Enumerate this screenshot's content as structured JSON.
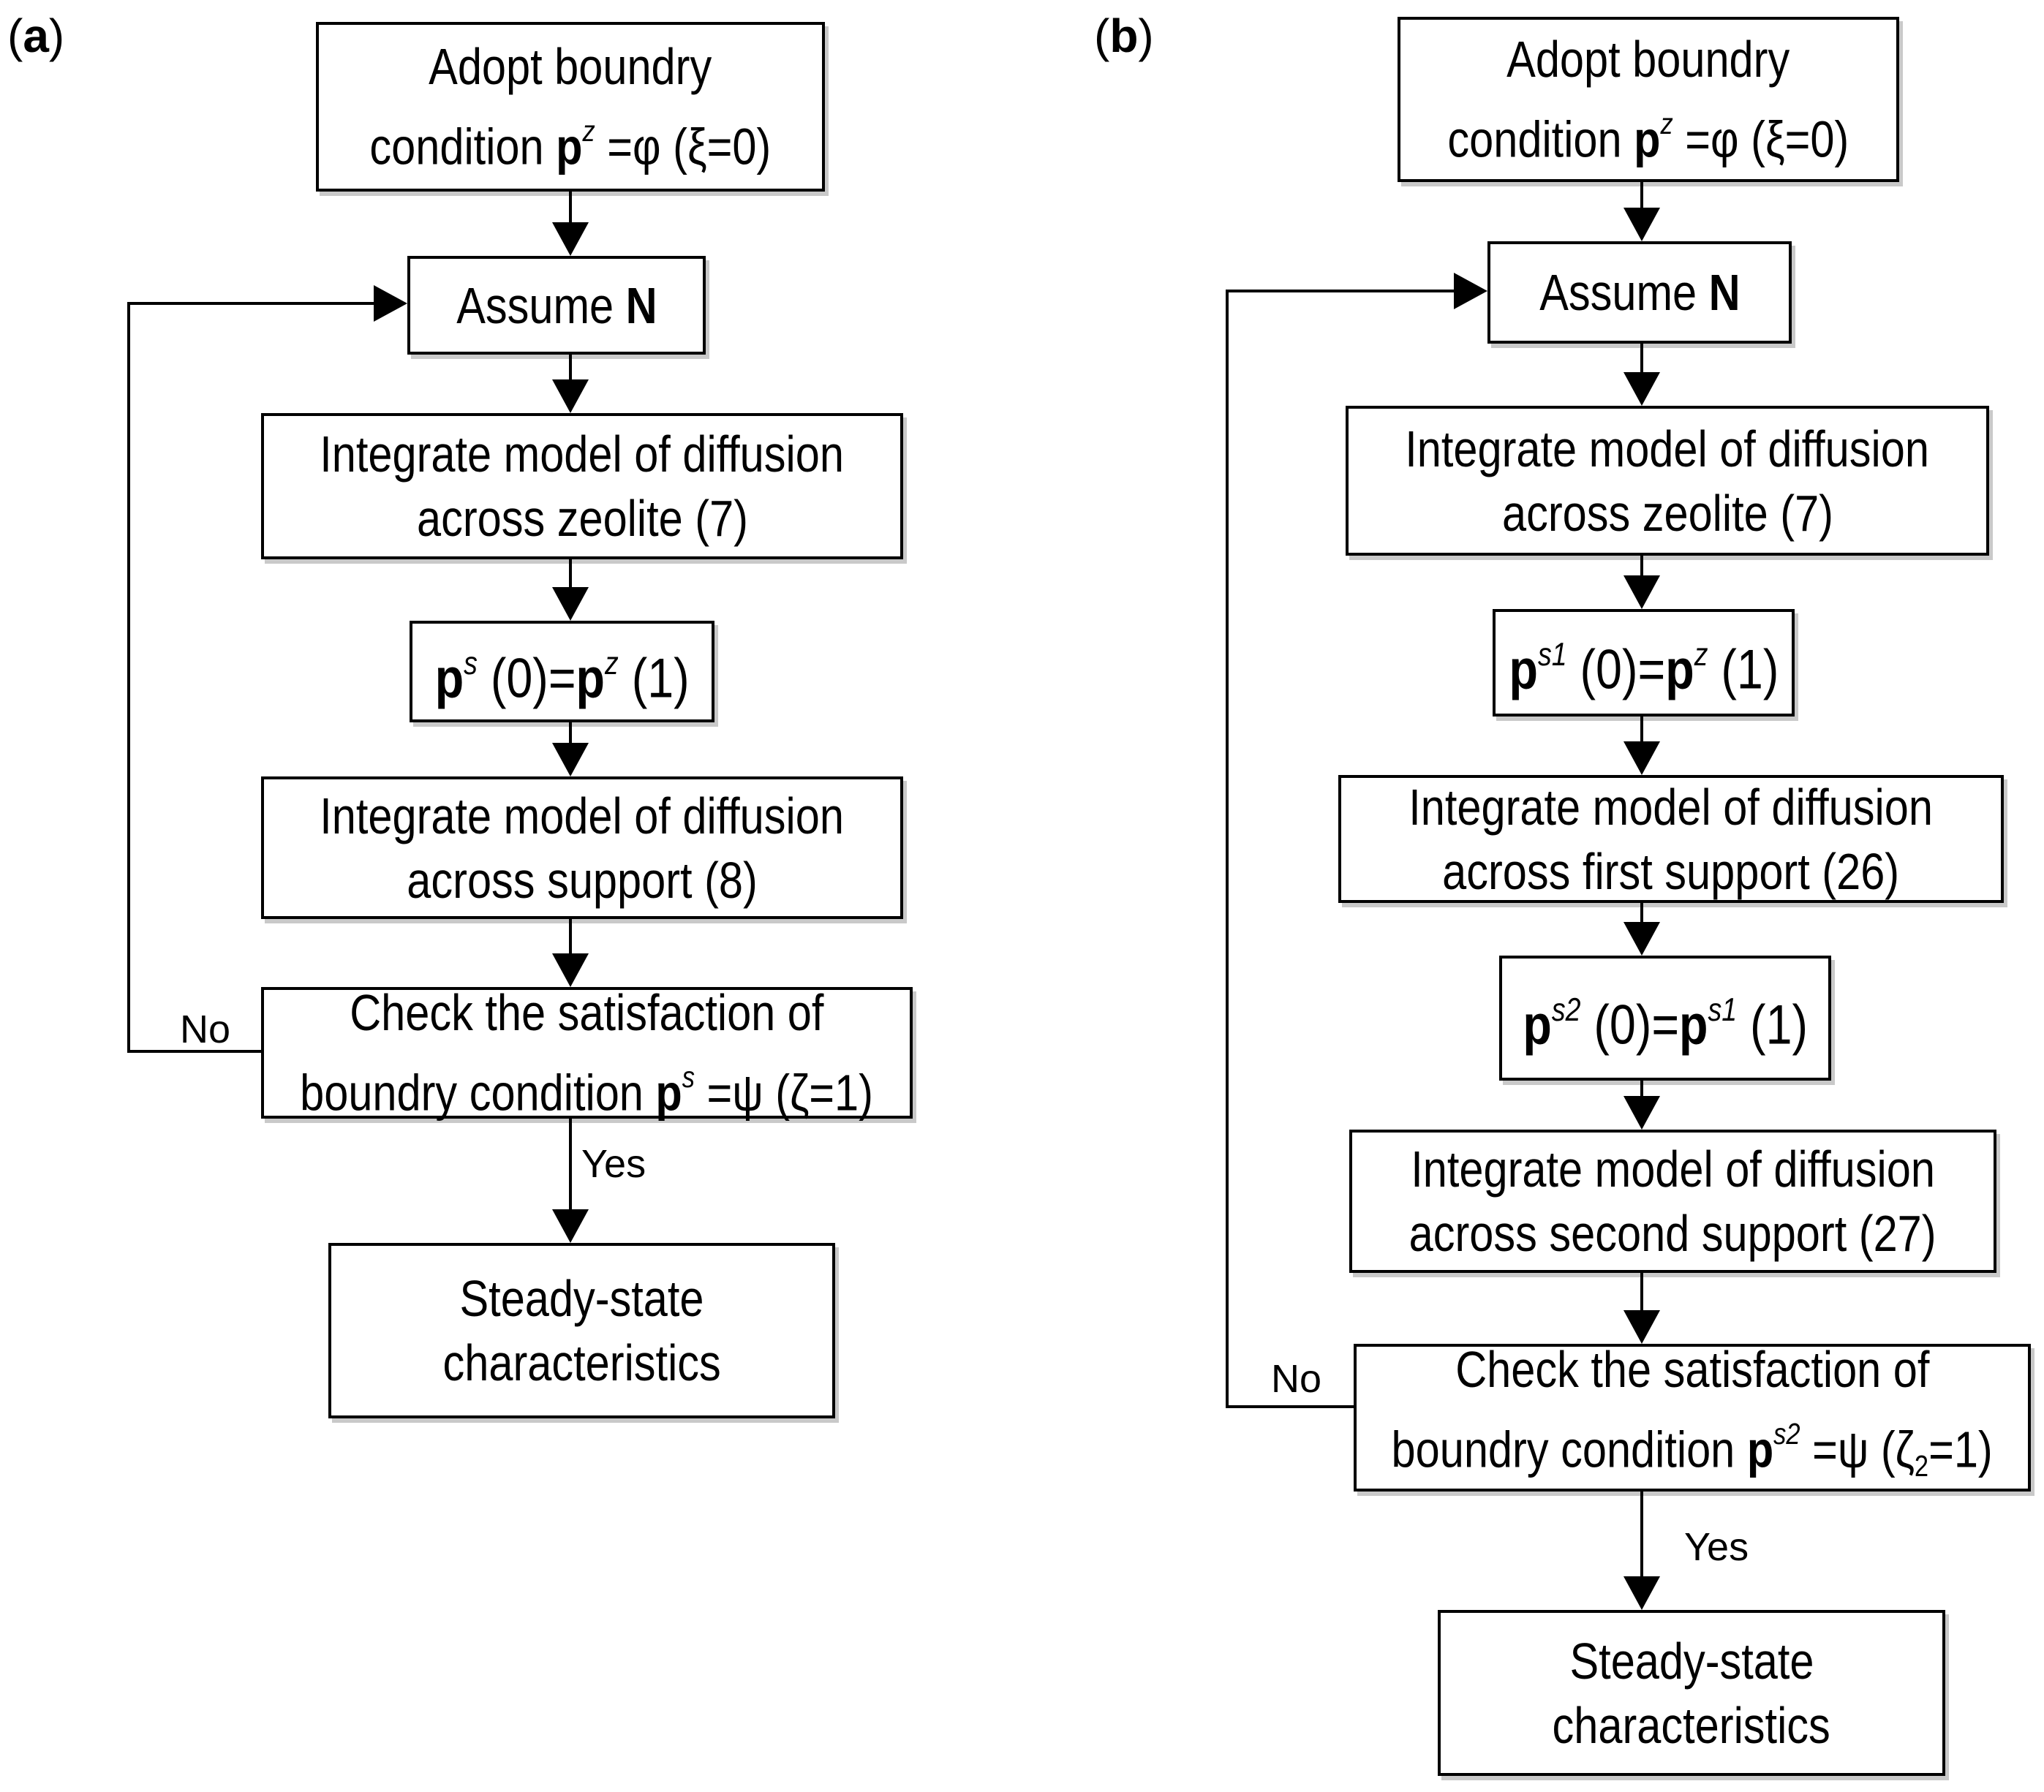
{
  "colors": {
    "ink": "#000000",
    "paper": "#ffffff",
    "shadow": "#c9c9c9"
  },
  "panel_a": {
    "label": {
      "open": "(",
      "letter": "a",
      "close": ")"
    },
    "adopt": {
      "line1": "Adopt boundry",
      "cond": "condition ",
      "p": "p",
      "sup": "z",
      "eq": " =",
      "phi": "φ",
      "rest": " (ξ=0)"
    },
    "assume": {
      "pre": "Assume ",
      "n": "N"
    },
    "zeolite": {
      "line1": "Integrate model of diffusion",
      "line2": "across zeolite (7)"
    },
    "bc": {
      "p1": "p",
      "sup1": "s",
      "mid": " (0)=",
      "p2": "p",
      "sup2": "z",
      "end": " (1)"
    },
    "support": {
      "line1": "Integrate model of diffusion",
      "line2": "across support (8)"
    },
    "check": {
      "line1": "Check the satisfaction of",
      "pre": "boundry condition ",
      "p": "p",
      "sup": "s",
      "eq": " =",
      "psi": "ψ",
      "end": " (ζ=1)"
    },
    "steady": {
      "line1": "Steady-state",
      "line2": "characteristics"
    },
    "no": "No",
    "yes": "Yes"
  },
  "panel_b": {
    "label": {
      "open": "(",
      "letter": "b",
      "close": ")"
    },
    "adopt": {
      "line1": "Adopt boundry",
      "cond": "condition ",
      "p": "p",
      "sup": "z",
      "eq": " =",
      "phi": "φ",
      "rest": " (ξ=0)"
    },
    "assume": {
      "pre": "Assume ",
      "n": "N"
    },
    "zeolite": {
      "line1": "Integrate model of diffusion",
      "line2": "across zeolite (7)"
    },
    "bc1": {
      "p1": "p",
      "sup1": "s1",
      "mid": " (0)=",
      "p2": "p",
      "sup2": "z",
      "end": " (1)"
    },
    "support1": {
      "line1": "Integrate model of diffusion",
      "line2": "across first support (26)"
    },
    "bc2": {
      "p1": "p",
      "sup1": "s2",
      "mid": " (0)=",
      "p2": "p",
      "sup2": "s1",
      "end": " (1)"
    },
    "support2": {
      "line1": "Integrate model of diffusion",
      "line2": "across second support (27)"
    },
    "check": {
      "line1": "Check the satisfaction of",
      "pre": "boundry condition ",
      "p": "p",
      "sup": "s2",
      "eq": " =",
      "psi": "ψ",
      "paren": " (",
      "zeta": "ζ",
      "sub": "2",
      "end": "=1)"
    },
    "steady": {
      "line1": "Steady-state",
      "line2": "characteristics"
    },
    "no": "No",
    "yes": "Yes"
  }
}
